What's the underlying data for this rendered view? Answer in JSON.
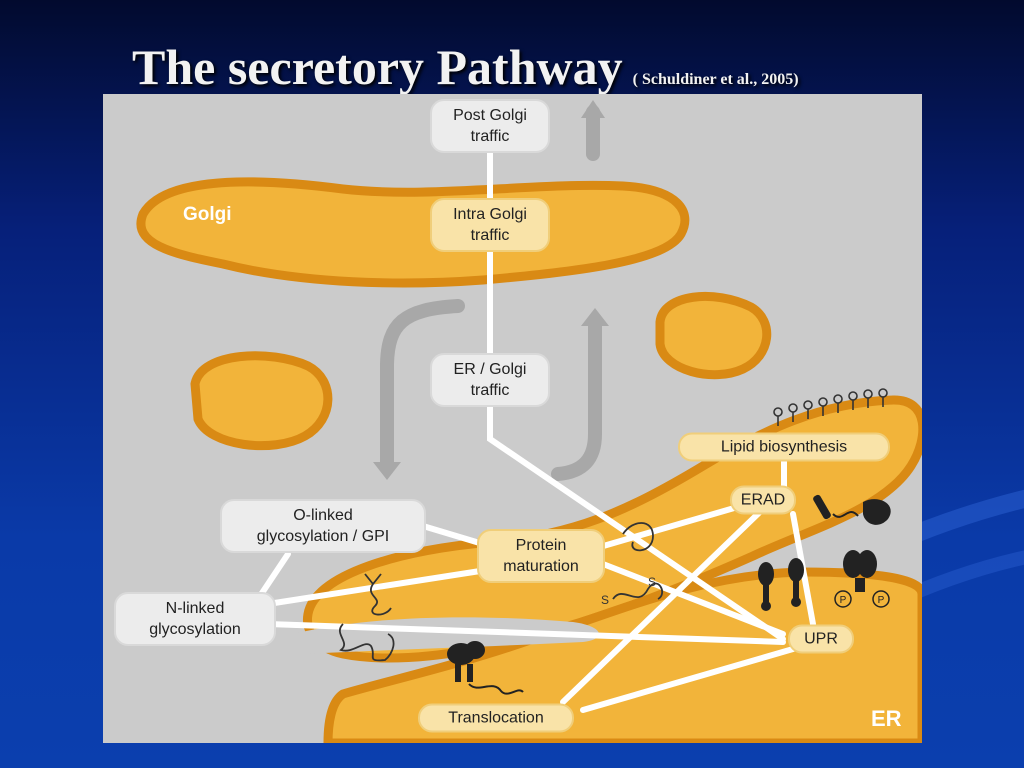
{
  "slide": {
    "title": "The secretory Pathway",
    "citation": "( Schuldiner et al., 2005)"
  },
  "diagram": {
    "regions": {
      "golgi": "Golgi",
      "er": "ER"
    },
    "nodes": {
      "post_golgi": "Post Golgi\ntraffic",
      "intra_golgi": "Intra Golgi\ntraffic",
      "er_golgi": "ER / Golgi\ntraffic",
      "lipid": "Lipid biosynthesis",
      "erad": "ERAD",
      "o_linked": "O-linked\nglycosylation / GPI",
      "protein_maturation": "Protein\nmaturation",
      "n_linked": "N-linked\nglycosylation",
      "upr": "UPR",
      "translocation": "Translocation"
    },
    "symbols": {
      "disulfide": "S",
      "phosphate": "P"
    },
    "colors": {
      "organelle_fill": "#f2b43a",
      "organelle_edge": "#d98a14",
      "background": "#cbcbcb",
      "connector": "#ffffff"
    }
  }
}
